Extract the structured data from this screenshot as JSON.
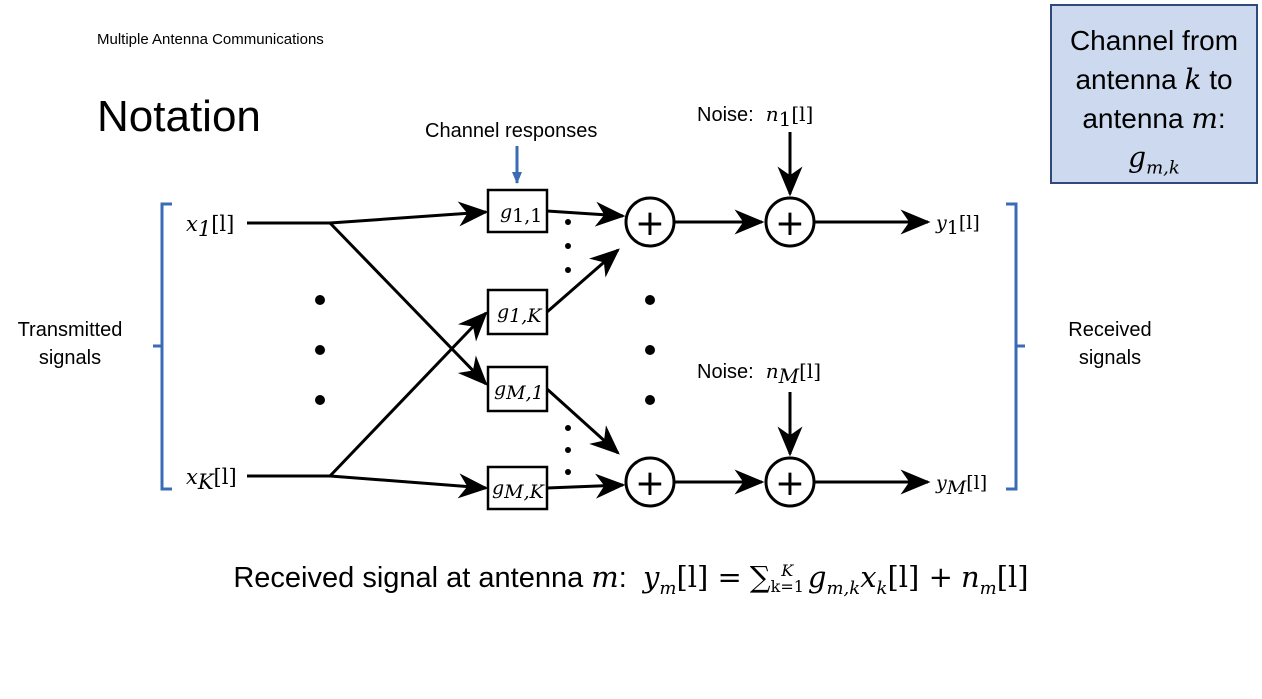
{
  "slide": {
    "header": "Multiple Antenna Communications",
    "title": "Notation"
  },
  "callout": {
    "line1": "Channel from",
    "line2_a": "antenna",
    "line2_var": "k",
    "line2_b": "to",
    "line3_a": "antenna",
    "line3_var": "m",
    "line3_b": ":",
    "line4_base": "g",
    "line4_sub": "m,k"
  },
  "labels": {
    "channel_responses": "Channel responses",
    "noise_1_text": "Noise:",
    "noise_1_var": "n",
    "noise_1_sub": "1",
    "noise_1_arg": "[l]",
    "noise_m_text": "Noise:",
    "noise_m_var": "n",
    "noise_m_sub": "M",
    "noise_m_arg": "[l]",
    "transmitted_line1": "Transmitted",
    "transmitted_line2": "signals",
    "received_line1": "Received",
    "received_line2": "signals"
  },
  "inputs": [
    {
      "var": "x",
      "sub": "1",
      "arg": "[l]"
    },
    {
      "var": "x",
      "sub": "K",
      "arg": "[l]"
    }
  ],
  "outputs": [
    {
      "var": "y",
      "sub": "1",
      "arg": "[l]"
    },
    {
      "var": "y",
      "sub": "M",
      "arg": "[l]"
    }
  ],
  "channel_boxes": [
    {
      "base": "g",
      "sub": "1,1"
    },
    {
      "base": "g",
      "sub": "1,K"
    },
    {
      "base": "g",
      "sub": "M,1"
    },
    {
      "base": "g",
      "sub": "M,K"
    }
  ],
  "adders": [
    {
      "symbol": "+"
    },
    {
      "symbol": "+"
    },
    {
      "symbol": "+"
    },
    {
      "symbol": "+"
    }
  ],
  "formula": {
    "prefix": "Received signal at antenna",
    "var_m": "m",
    "colon": ":",
    "lhs": "y",
    "lhs_sub": "m",
    "lhs_arg": "[l] =",
    "sum": "∑",
    "sum_upper": "K",
    "sum_lower": "k=1",
    "g": "g",
    "g_sub": "m,k",
    "x": "x",
    "x_sub": "k",
    "x_arg": "[l] +",
    "n": "n",
    "n_sub": "m",
    "n_arg": "[l]"
  },
  "colors": {
    "accent_blue": "#3a6bb5",
    "callout_fill": "#cdd9ee",
    "callout_border": "#2f4a7a",
    "line": "#000000"
  }
}
